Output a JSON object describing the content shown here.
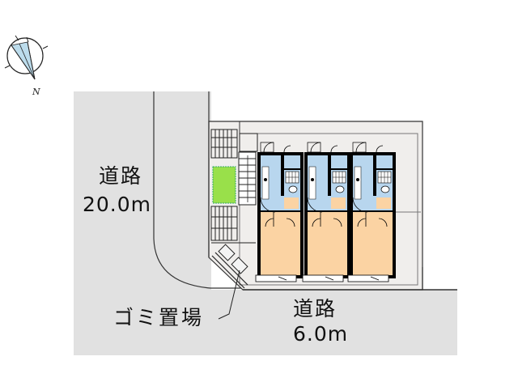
{
  "compass": {
    "north_label": "N"
  },
  "roads": {
    "left": {
      "name": "道路",
      "width": "20.0m"
    },
    "bottom": {
      "name": "道路",
      "width": "6.0m"
    }
  },
  "annotations": {
    "garbage_area": "ゴミ置場"
  },
  "colors": {
    "road": "#e1e1e1",
    "site": "#f0eeec",
    "wet_area": "#b8d6ee",
    "room": "#fbd3a3",
    "garden": "#99e04a",
    "wall": "#000000"
  },
  "units": [
    {
      "id": "unit-1"
    },
    {
      "id": "unit-2"
    },
    {
      "id": "unit-3"
    }
  ]
}
